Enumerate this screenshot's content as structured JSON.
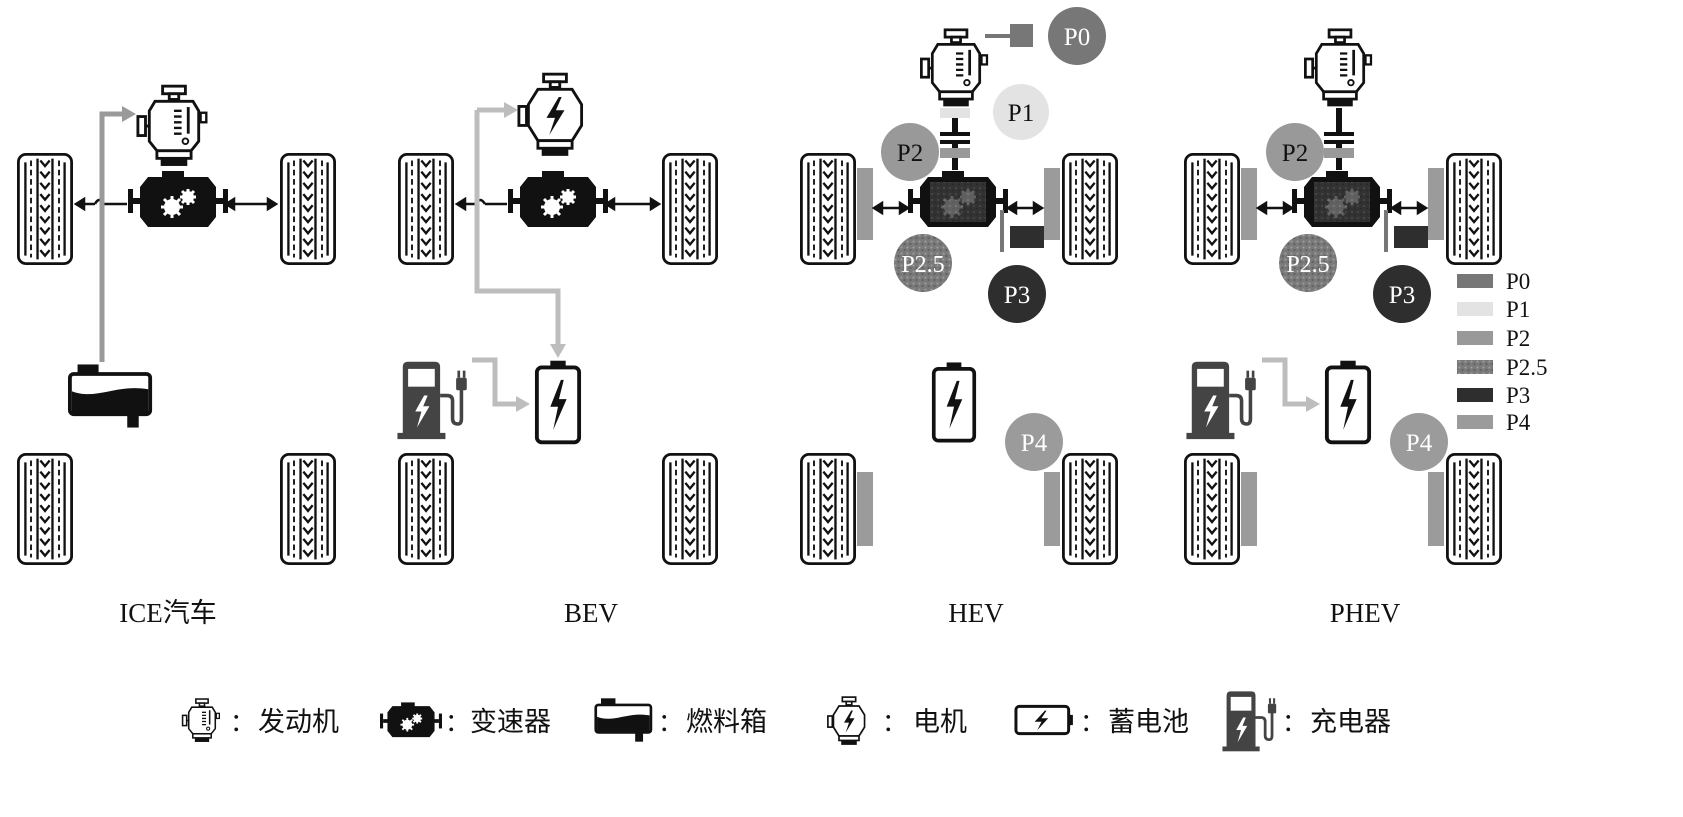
{
  "panels": {
    "ice": {
      "label": "ICE汽车"
    },
    "bev": {
      "label": "BEV"
    },
    "hev": {
      "label": "HEV"
    },
    "phev": {
      "label": "PHEV"
    }
  },
  "positions": {
    "p0": "P0",
    "p1": "P1",
    "p2": "P2",
    "p2_5": "P2.5",
    "p3": "P3",
    "p4": "P4"
  },
  "legend_right": [
    {
      "label": "P0",
      "color": "#777777"
    },
    {
      "label": "P1",
      "color": "#e3e3e3"
    },
    {
      "label": "P2",
      "color": "#999999"
    },
    {
      "label": "P2.5",
      "color": "#8a8a8a"
    },
    {
      "label": "P3",
      "color": "#2e2e2e"
    },
    {
      "label": "P4",
      "color": "#9b9b9b"
    }
  ],
  "legend_bottom": [
    {
      "icon": "engine-icon",
      "label": "发动机"
    },
    {
      "icon": "transmission-icon",
      "label": "变速器"
    },
    {
      "icon": "fuel-tank-icon",
      "label": "燃料箱"
    },
    {
      "icon": "electric-motor-icon",
      "label": "电机"
    },
    {
      "icon": "battery-icon",
      "label": "蓄电池"
    },
    {
      "icon": "charger-icon",
      "label": "充电器"
    }
  ],
  "legend_separator": "：",
  "colors": {
    "arrow_ice": "#9a9a9a",
    "arrow_bev": "#bdbdbd",
    "dark": "#111111"
  }
}
